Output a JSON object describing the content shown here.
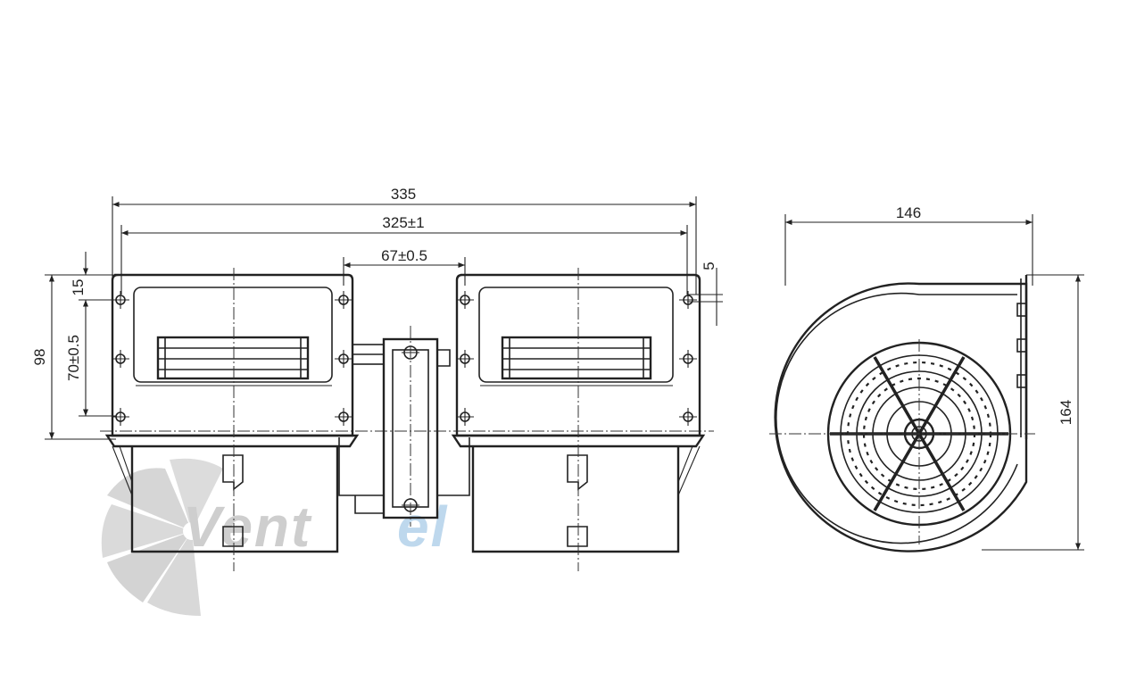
{
  "dimensions": {
    "overall_width": "335",
    "mount_width": "325±1",
    "center_spacing": "67±0.5",
    "flange_offset": "5",
    "top_offset": "15",
    "hole_spacing": "70±0.5",
    "height_front": "98",
    "side_depth": "146",
    "side_height": "164"
  },
  "watermark": {
    "brand_part1": "Vent",
    "brand_part2": "el",
    "color_grey": "#c9c9c9",
    "color_blue": "#b7d4ec"
  }
}
